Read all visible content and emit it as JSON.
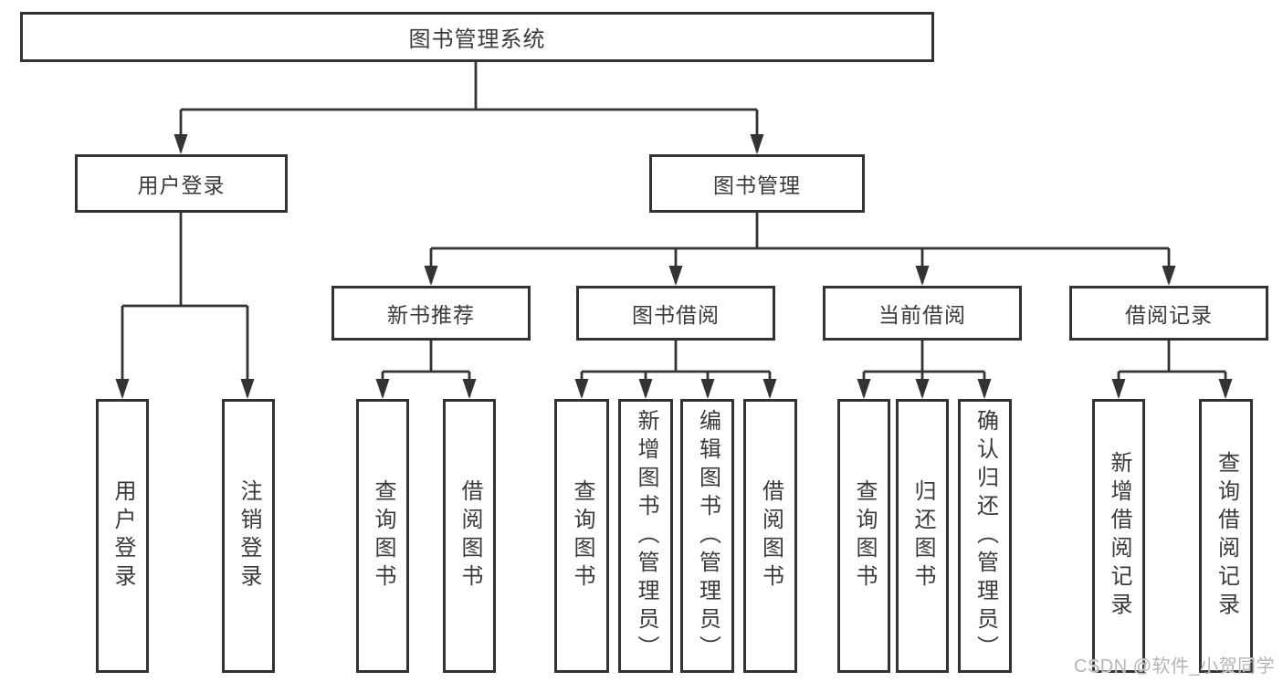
{
  "tree": {
    "root": {
      "label": "图书管理系统",
      "children": [
        {
          "label": "用户登录",
          "children": [
            {
              "label": "用户登录"
            },
            {
              "label": "注销登录"
            }
          ]
        },
        {
          "label": "图书管理",
          "children": [
            {
              "label": "新书推荐",
              "children": [
                {
                  "label": "查询图书"
                },
                {
                  "label": "借阅图书"
                }
              ]
            },
            {
              "label": "图书借阅",
              "children": [
                {
                  "label": "查询图书"
                },
                {
                  "label": "新增图书（管理员）"
                },
                {
                  "label": "编辑图书（管理员）"
                },
                {
                  "label": "借阅图书"
                }
              ]
            },
            {
              "label": "当前借阅",
              "children": [
                {
                  "label": "查询图书"
                },
                {
                  "label": "归还图书"
                },
                {
                  "label": "确认归还（管理员）"
                }
              ]
            },
            {
              "label": "借阅记录",
              "children": [
                {
                  "label": "新增借阅记录"
                },
                {
                  "label": "查询借阅记录"
                }
              ]
            }
          ]
        }
      ]
    }
  },
  "watermark": {
    "text": "CSDN @软件_小贺同学"
  },
  "colors": {
    "line": "#333333",
    "box_border": "#333333",
    "text": "#3a3a3a",
    "background": "#ffffff",
    "watermark_text": "#b5b5b5"
  }
}
